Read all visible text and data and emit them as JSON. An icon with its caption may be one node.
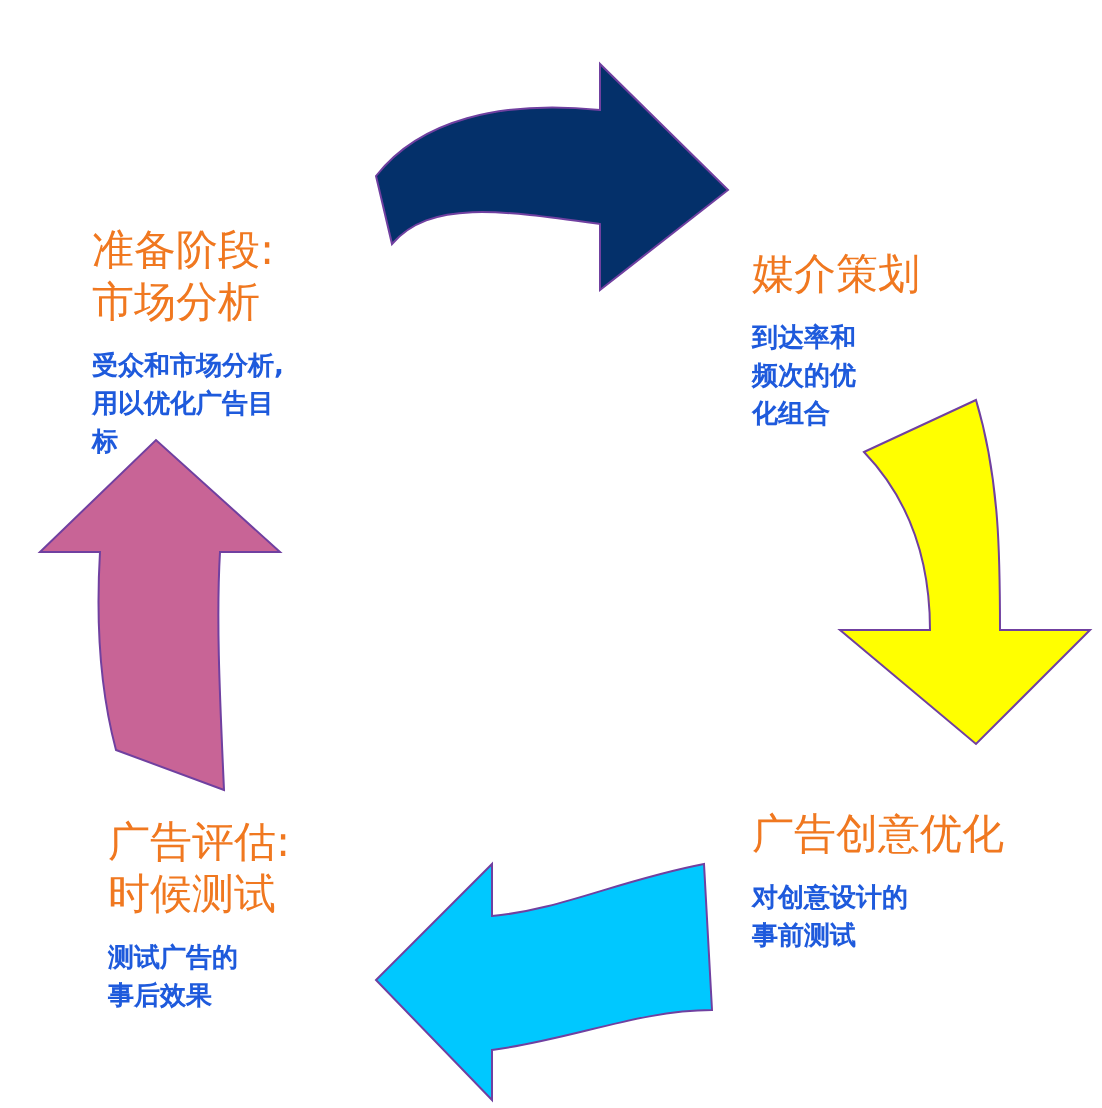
{
  "diagram": {
    "nodes": [
      {
        "text": [
          "准备阶段:市场分析",
          "受众和市场分析,用以优化广告目标"
        ]
      },
      {
        "text": [
          "媒介策划",
          "到达率和频次的优化组合"
        ]
      },
      {
        "text": [
          "广告创意优化",
          "对创意设计的事前测试"
        ]
      },
      {
        "text": [
          "广告评估:时候测试",
          "测试广告的事后效果"
        ]
      }
    ],
    "edges": [
      {
        "from": 0,
        "to": 1,
        "arrow": "to",
        "style": "thick",
        "color": "#04306a"
      },
      {
        "from": 1,
        "to": 2,
        "arrow": "to",
        "style": "thick",
        "color": "#ffff00"
      },
      {
        "from": 2,
        "to": 3,
        "arrow": "to",
        "style": "thick",
        "color": "#00c8ff"
      },
      {
        "from": 3,
        "to": 0,
        "arrow": "to",
        "style": "thick",
        "color": "#c86496"
      }
    ]
  }
}
